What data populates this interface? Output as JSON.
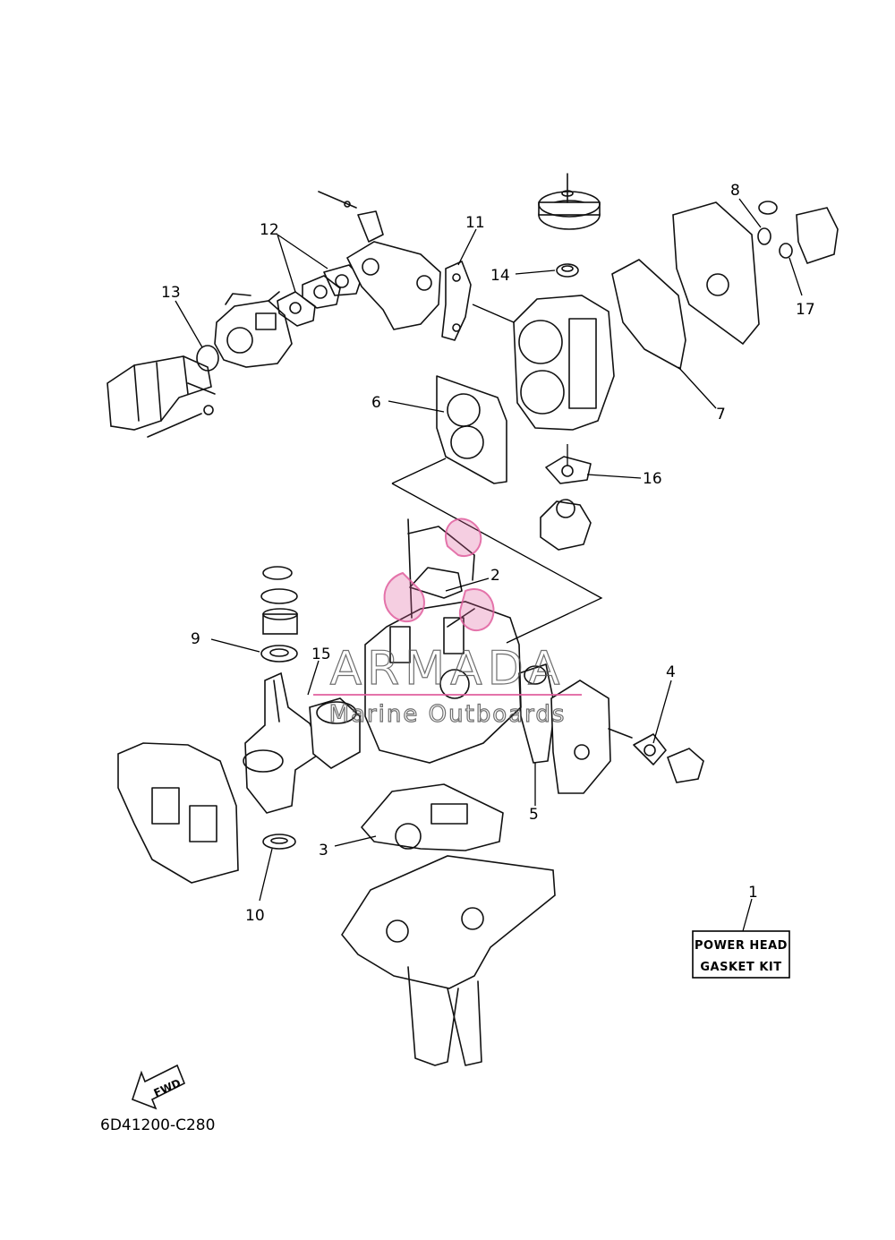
{
  "diagram": {
    "callouts": [
      "1",
      "2",
      "3",
      "4",
      "5",
      "6",
      "7",
      "8",
      "9",
      "10",
      "11",
      "12",
      "13",
      "14",
      "15",
      "16",
      "17"
    ],
    "kit_label": {
      "line1": "POWER HEAD",
      "line2": "GASKET KIT"
    },
    "fwd_label": "FWD",
    "drawing_code": "6D41200-C280"
  },
  "watermark": {
    "brand": "ARMADA",
    "tagline": "Marine Outboards",
    "accent_color": "#e05b9c"
  },
  "colors": {
    "line": "#111111",
    "background": "#ffffff"
  }
}
